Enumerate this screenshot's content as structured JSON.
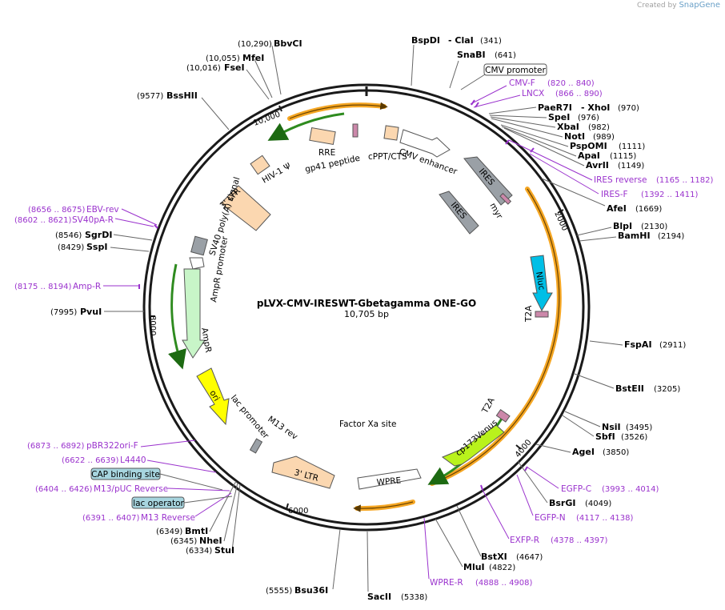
{
  "brand": {
    "created_by": "Created by",
    "product": "SnapGene"
  },
  "plasmid": {
    "name": "pLVX-CMV-IRESWT-Gbetagamma ONE-GO",
    "size": "10,705 bp"
  },
  "colors": {
    "primer": "#9a32cd",
    "orange": "#f5a623",
    "green": "#2e8b1f",
    "ltr": "#fbd7b0",
    "ires": "#9aa0a6",
    "nluc": "#00bfe6",
    "venus": "#b9f21c",
    "ori": "#ffff00",
    "ampr": "#c8f5c8",
    "box_blue": "#a7d5df"
  },
  "tick_labels": [
    "2000",
    "4000",
    "6000",
    "8000",
    "10,000"
  ],
  "sites": [
    {
      "name": "BspDI",
      "pos": ""
    },
    {
      "name": "- ClaI",
      "pos": "(341)"
    },
    {
      "name": "SnaBI",
      "pos": "(641)"
    },
    {
      "name": "PaeR7I",
      "pos": ""
    },
    {
      "name": "- XhoI",
      "pos": "(970)"
    },
    {
      "name": "SpeI",
      "pos": "(976)"
    },
    {
      "name": "XbaI",
      "pos": "(982)"
    },
    {
      "name": "NotI",
      "pos": "(989)"
    },
    {
      "name": "PspOMI",
      "pos": "(1111)"
    },
    {
      "name": "ApaI",
      "pos": "(1115)"
    },
    {
      "name": "AvrII",
      "pos": "(1149)"
    },
    {
      "name": "AfeI",
      "pos": "(1669)"
    },
    {
      "name": "BlpI",
      "pos": "(2130)"
    },
    {
      "name": "BamHI",
      "pos": "(2194)"
    },
    {
      "name": "FspAI",
      "pos": "(2911)"
    },
    {
      "name": "BstEII",
      "pos": "(3205)"
    },
    {
      "name": "NsiI",
      "pos": "(3495)"
    },
    {
      "name": "SbfI",
      "pos": "(3526)"
    },
    {
      "name": "AgeI",
      "pos": "(3850)"
    },
    {
      "name": "BsrGI",
      "pos": "(4049)"
    },
    {
      "name": "BstXI",
      "pos": "(4647)"
    },
    {
      "name": "MluI",
      "pos": "(4822)"
    },
    {
      "name": "SacII",
      "pos": "(5338)"
    },
    {
      "name": "Bsu36I",
      "pos": "(5555)"
    },
    {
      "name": "StuI",
      "pos": "(6334)"
    },
    {
      "name": "NheI",
      "pos": "(6345)"
    },
    {
      "name": "BmtI",
      "pos": "(6349)"
    },
    {
      "name": "PvuI",
      "pos": "(7995)"
    },
    {
      "name": "SspI",
      "pos": "(8429)"
    },
    {
      "name": "SgrDI",
      "pos": "(8546)"
    },
    {
      "name": "BssHII",
      "pos": "(9577)"
    },
    {
      "name": "FseI",
      "pos": "(10,016)"
    },
    {
      "name": "MfeI",
      "pos": "(10,055)"
    },
    {
      "name": "BbvCI",
      "pos": "(10,290)"
    }
  ],
  "primers": [
    {
      "name": "CMV-F",
      "pos": "(820 .. 840)"
    },
    {
      "name": "LNCX",
      "pos": "(866 .. 890)"
    },
    {
      "name": "IRES reverse",
      "pos": "(1165 .. 1182)"
    },
    {
      "name": "IRES-F",
      "pos": "(1392 .. 1411)"
    },
    {
      "name": "EGFP-C",
      "pos": "(3993 .. 4014)"
    },
    {
      "name": "EGFP-N",
      "pos": "(4117 .. 4138)"
    },
    {
      "name": "EXFP-R",
      "pos": "(4378 .. 4397)"
    },
    {
      "name": "WPRE-R",
      "pos": "(4888 .. 4908)"
    },
    {
      "name": "M13 Reverse",
      "pos": "(6391 .. 6407)"
    },
    {
      "name": "M13/pUC Reverse",
      "pos": "(6404 .. 6426)"
    },
    {
      "name": "L4440",
      "pos": "(6622 .. 6639)"
    },
    {
      "name": "pBR322ori-F",
      "pos": "(6873 .. 6892)"
    },
    {
      "name": "Amp-R",
      "pos": "(8175 .. 8194)"
    },
    {
      "name": "SV40pA-R",
      "pos": "(8602 .. 8621)"
    },
    {
      "name": "EBV-rev",
      "pos": "(8656 .. 8675)"
    }
  ],
  "boxes": {
    "cmv_promoter": "CMV promoter",
    "cap_site": "CAP binding site",
    "lac_operator": "lac operator"
  },
  "features": {
    "rre": "RRE",
    "gp41": "gp41 peptide",
    "cppt": "cPPT/CTS",
    "cmv_enhancer": "CMV enhancer",
    "hiv_psi": "HIV-1 Ψ",
    "ltr5": "3' LTR",
    "sv40": "SV40 poly(A) signal",
    "ampr_promoter": "AmpR promoter",
    "ampr": "AmpR",
    "ori": "ori",
    "lac_promoter": "lac promoter",
    "m13_rev": "M13 rev",
    "ltr3": "3' LTR",
    "wpre": "WPRE",
    "factor_xa": "Factor Xa site",
    "cp173venus": "cp173Venus",
    "t2a_1": "T2A",
    "t2a_2": "T2A",
    "nluc": "Nluc",
    "ires_outer": "IRES",
    "ires_inner": "IRES",
    "myr": "myr"
  }
}
